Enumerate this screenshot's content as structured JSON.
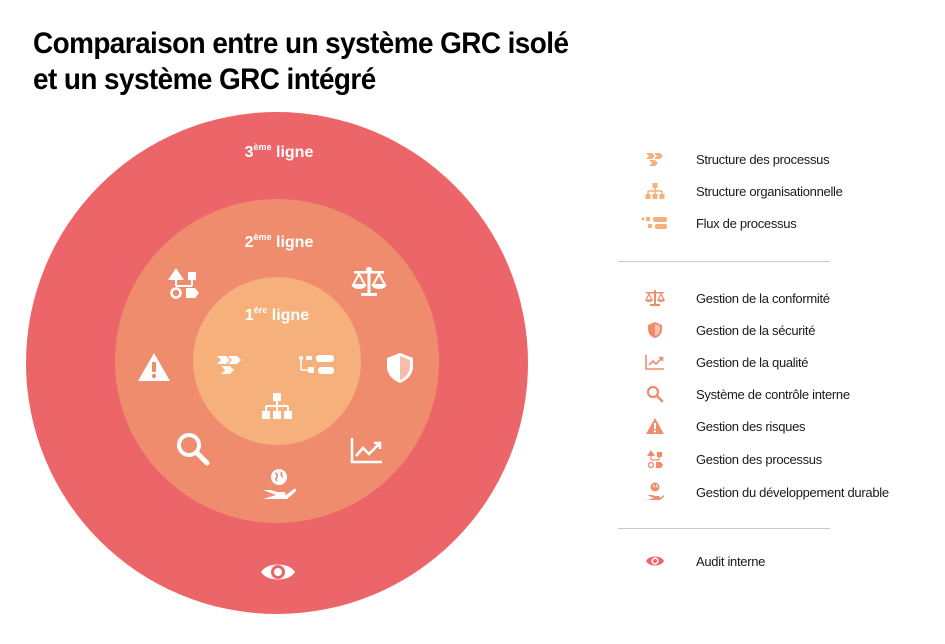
{
  "title": {
    "line1": "Comparaison entre un système GRC isolé",
    "line2": "et un système GRC intégré"
  },
  "rings": [
    {
      "ordinal": "3",
      "sup": "ème",
      "word": " ligne",
      "color": "#ec6569"
    },
    {
      "ordinal": "2",
      "sup": "ème",
      "word": " ligne",
      "color": "#f08c6e"
    },
    {
      "ordinal": "1",
      "sup": "ère",
      "word": " ligne",
      "color": "#f6b07c"
    }
  ],
  "legend": {
    "group1": [
      {
        "icon": "process-structure-icon",
        "label": "Structure des processus"
      },
      {
        "icon": "org-structure-icon",
        "label": "Structure organisationnelle"
      },
      {
        "icon": "process-flow-icon",
        "label": "Flux de processus"
      }
    ],
    "group2": [
      {
        "icon": "scale-icon",
        "label": "Gestion de la conformité"
      },
      {
        "icon": "shield-icon",
        "label": "Gestion de la sécurité"
      },
      {
        "icon": "chart-icon",
        "label": "Gestion de la qualité"
      },
      {
        "icon": "search-icon",
        "label": "Système de contrôle interne"
      },
      {
        "icon": "warning-icon",
        "label": "Gestion des risques"
      },
      {
        "icon": "process-shapes-icon",
        "label": "Gestion des processus"
      },
      {
        "icon": "globe-hand-icon",
        "label": "Gestion du développement durable"
      }
    ],
    "group3": [
      {
        "icon": "eye-icon",
        "label": "Audit interne"
      }
    ]
  },
  "colors": {
    "outer": "#ec6569",
    "middle": "#f08c6e",
    "inner": "#f6b07c",
    "icon_light": "#f6b07c",
    "icon_mid": "#f08c6e",
    "icon_dark": "#ec6569"
  }
}
